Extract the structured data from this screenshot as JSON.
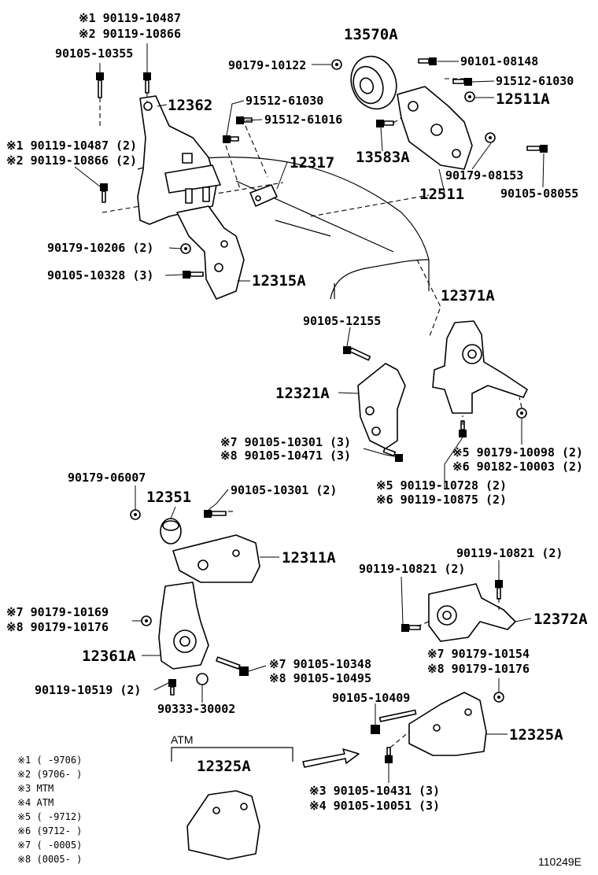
{
  "diagram": {
    "drawing_number": "110249E",
    "callouts": [
      {
        "text": "※1  90119-10487",
        "cls": "lbl"
      },
      {
        "text": "※2  90119-10866",
        "cls": "lbl"
      },
      {
        "text": "90105-10355",
        "cls": "lbl"
      },
      {
        "text": "12362",
        "cls": "big"
      },
      {
        "text": "※1  90119-10487 (2)",
        "cls": "lbl"
      },
      {
        "text": "※2  90119-10866 (2)",
        "cls": "lbl"
      },
      {
        "text": "13570A",
        "cls": "big"
      },
      {
        "text": "90179-10122",
        "cls": "lbl"
      },
      {
        "text": "90101-08148",
        "cls": "lbl"
      },
      {
        "text": "91512-61030",
        "cls": "lbl"
      },
      {
        "text": "12511A",
        "cls": "big"
      },
      {
        "text": "91512-61030",
        "cls": "lbl"
      },
      {
        "text": "91512-61016",
        "cls": "lbl"
      },
      {
        "text": "13583A",
        "cls": "big"
      },
      {
        "text": "12317",
        "cls": "big"
      },
      {
        "text": "90179-08153",
        "cls": "lbl"
      },
      {
        "text": "90105-08055",
        "cls": "lbl"
      },
      {
        "text": "12511",
        "cls": "big"
      },
      {
        "text": "90179-10206 (2)",
        "cls": "lbl"
      },
      {
        "text": "90105-10328 (3)",
        "cls": "lbl"
      },
      {
        "text": "12315A",
        "cls": "big"
      },
      {
        "text": "12371A",
        "cls": "big"
      },
      {
        "text": "90105-12155",
        "cls": "lbl"
      },
      {
        "text": "12321A",
        "cls": "big"
      },
      {
        "text": "※7  90105-10301 (3)",
        "cls": "lbl"
      },
      {
        "text": "※8  90105-10471 (3)",
        "cls": "lbl"
      },
      {
        "text": "※5  90179-10098 (2)",
        "cls": "lbl"
      },
      {
        "text": "※6  90182-10003 (2)",
        "cls": "lbl"
      },
      {
        "text": "※5  90119-10728 (2)",
        "cls": "lbl"
      },
      {
        "text": "※6  90119-10875 (2)",
        "cls": "lbl"
      },
      {
        "text": "90179-06007",
        "cls": "lbl"
      },
      {
        "text": "12351",
        "cls": "big"
      },
      {
        "text": "90105-10301 (2)",
        "cls": "lbl"
      },
      {
        "text": "12311A",
        "cls": "big"
      },
      {
        "text": "90119-10821 (2)",
        "cls": "lbl"
      },
      {
        "text": "90119-10821 (2)",
        "cls": "lbl"
      },
      {
        "text": "12372A",
        "cls": "big"
      },
      {
        "text": "※7  90179-10169",
        "cls": "lbl"
      },
      {
        "text": "※8  90179-10176",
        "cls": "lbl"
      },
      {
        "text": "12361A",
        "cls": "big"
      },
      {
        "text": "※7  90105-10348",
        "cls": "lbl"
      },
      {
        "text": "※8  90105-10495",
        "cls": "lbl"
      },
      {
        "text": "※7  90179-10154",
        "cls": "lbl"
      },
      {
        "text": "※8  90179-10176",
        "cls": "lbl"
      },
      {
        "text": "90119-10519 (2)",
        "cls": "lbl"
      },
      {
        "text": "90333-30002",
        "cls": "lbl"
      },
      {
        "text": "90105-10409",
        "cls": "lbl"
      },
      {
        "text": "12325A",
        "cls": "big"
      },
      {
        "text": "ATM",
        "cls": "foot"
      },
      {
        "text": "12325A",
        "cls": "big"
      },
      {
        "text": "※3  90105-10431 (3)",
        "cls": "lbl"
      },
      {
        "text": "※4  90105-10051 (3)",
        "cls": "lbl"
      }
    ],
    "legend": [
      "※1  (      -9706)",
      "※2  (9706-      )",
      "※3  MTM",
      "※4  ATM",
      "※5  (      -9712)",
      "※6  (9712-      )",
      "※7  (      -0005)",
      "※8  (0005-      )"
    ]
  }
}
